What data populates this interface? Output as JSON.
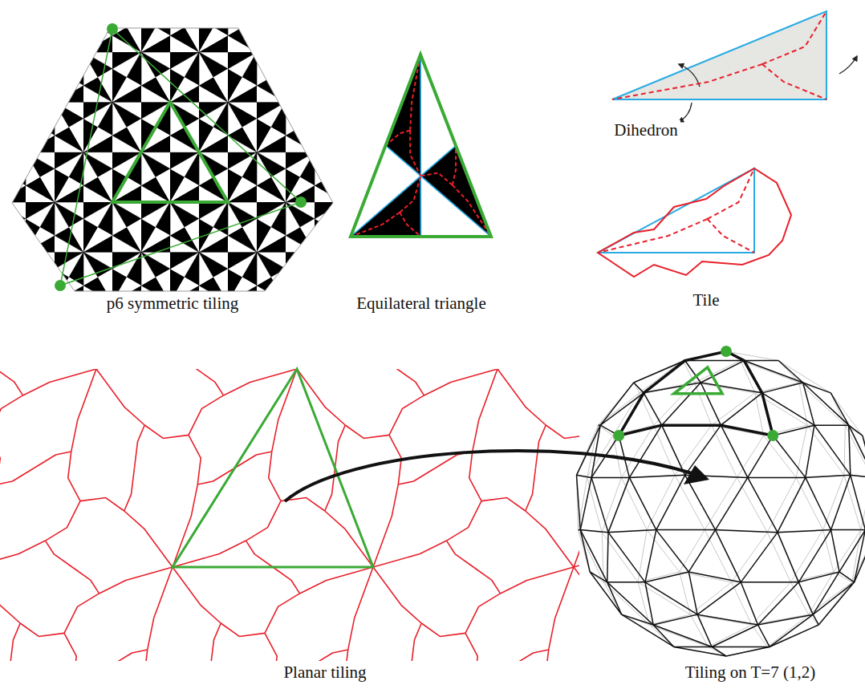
{
  "diagram": {
    "labels": [
      "p6 symmetric tiling",
      "Equilateral triangle",
      "Dihedron",
      "Tile",
      "Planar tiling",
      "Tiling on T=7 (1,2)"
    ]
  }
}
